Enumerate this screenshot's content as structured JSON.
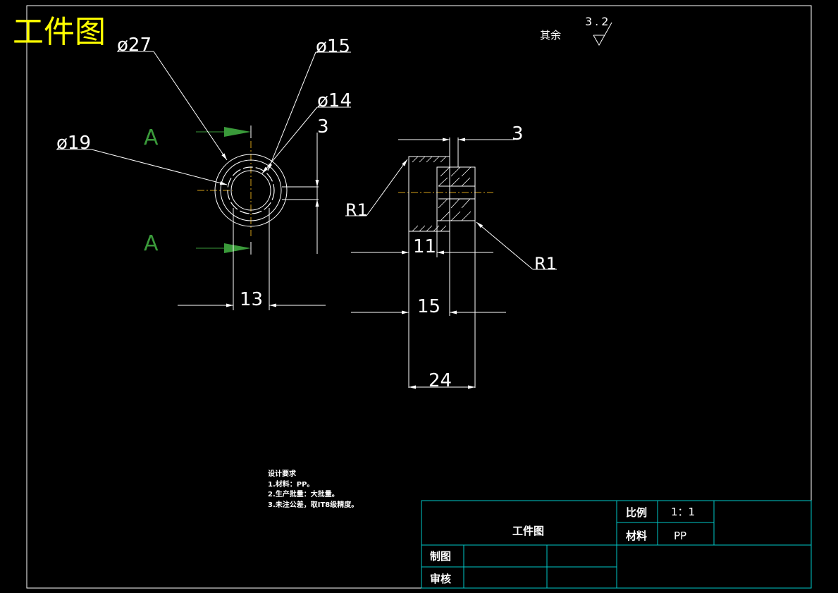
{
  "sheet_title": "工件图",
  "roughness": {
    "label": "其余",
    "value": "3.2"
  },
  "section_marks": [
    "A",
    "A"
  ],
  "front_view": {
    "dims": {
      "d27": "ø27",
      "d15": "ø15",
      "d14": "ø14",
      "d19": "ø19",
      "w3": "3",
      "w13": "13"
    }
  },
  "side_view": {
    "dims": {
      "w3": "3",
      "r1_left": "R1",
      "r1_right": "R1",
      "w11": "11",
      "w15": "15",
      "w24": "24"
    }
  },
  "requirements": {
    "heading": "设计要求",
    "items": [
      "1.材料：PP。",
      "2.生产批量：大批量。",
      "3.未注公差，取IT8级精度。"
    ]
  },
  "title_block": {
    "part_name": "工件图",
    "scale_label": "比例",
    "scale_value": "1：1",
    "material_label": "材料",
    "material_value": "PP",
    "drawn_label": "制图",
    "checked_label": "审核"
  },
  "colors": {
    "background": "#000000",
    "lines": "#ffffff",
    "title_text": "#ffff00",
    "section_marks": "#3a9a3a",
    "title_block": "#00c8c8",
    "centerline": "#d4a017"
  }
}
